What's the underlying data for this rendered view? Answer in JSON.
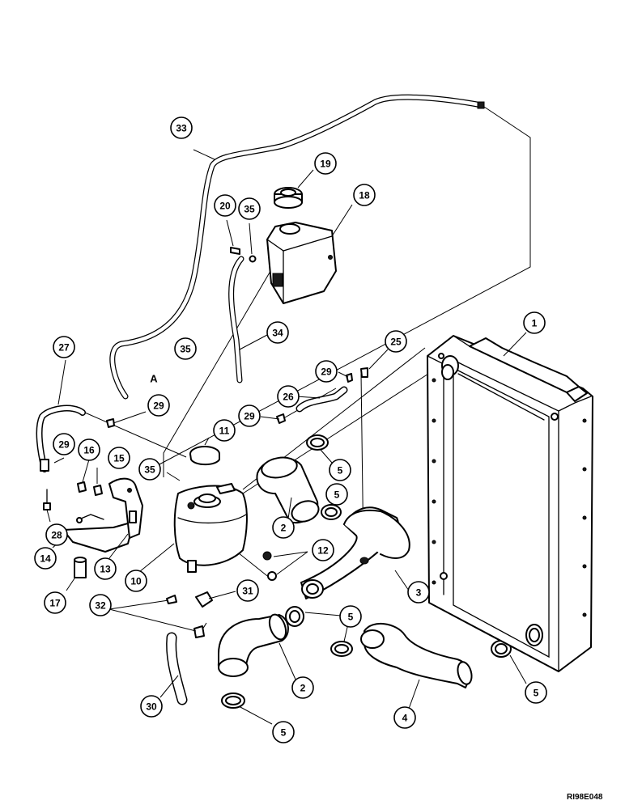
{
  "figure": {
    "reference_code": "RI98E048",
    "detail_letter": "A"
  },
  "callouts": [
    {
      "id": "c1",
      "label": "1"
    },
    {
      "id": "c2a",
      "label": "2"
    },
    {
      "id": "c2b",
      "label": "2"
    },
    {
      "id": "c3",
      "label": "3"
    },
    {
      "id": "c4",
      "label": "4"
    },
    {
      "id": "c5a",
      "label": "5"
    },
    {
      "id": "c5b",
      "label": "5"
    },
    {
      "id": "c5c",
      "label": "5"
    },
    {
      "id": "c5d",
      "label": "5"
    },
    {
      "id": "c5e",
      "label": "5"
    },
    {
      "id": "c10",
      "label": "10"
    },
    {
      "id": "c11",
      "label": "11"
    },
    {
      "id": "c12",
      "label": "12"
    },
    {
      "id": "c13",
      "label": "13"
    },
    {
      "id": "c14",
      "label": "14"
    },
    {
      "id": "c15",
      "label": "15"
    },
    {
      "id": "c16",
      "label": "16"
    },
    {
      "id": "c17",
      "label": "17"
    },
    {
      "id": "c18",
      "label": "18"
    },
    {
      "id": "c19",
      "label": "19"
    },
    {
      "id": "c20",
      "label": "20"
    },
    {
      "id": "c25",
      "label": "25"
    },
    {
      "id": "c26",
      "label": "26"
    },
    {
      "id": "c27",
      "label": "27"
    },
    {
      "id": "c28",
      "label": "28"
    },
    {
      "id": "c29a",
      "label": "29"
    },
    {
      "id": "c29b",
      "label": "29"
    },
    {
      "id": "c29c",
      "label": "29"
    },
    {
      "id": "c29d",
      "label": "29"
    },
    {
      "id": "c30",
      "label": "30"
    },
    {
      "id": "c31",
      "label": "31"
    },
    {
      "id": "c32",
      "label": "32"
    },
    {
      "id": "c33",
      "label": "33"
    },
    {
      "id": "c34",
      "label": "34"
    },
    {
      "id": "c35a",
      "label": "35"
    },
    {
      "id": "c35b",
      "label": "35"
    },
    {
      "id": "c35c",
      "label": "35"
    }
  ]
}
